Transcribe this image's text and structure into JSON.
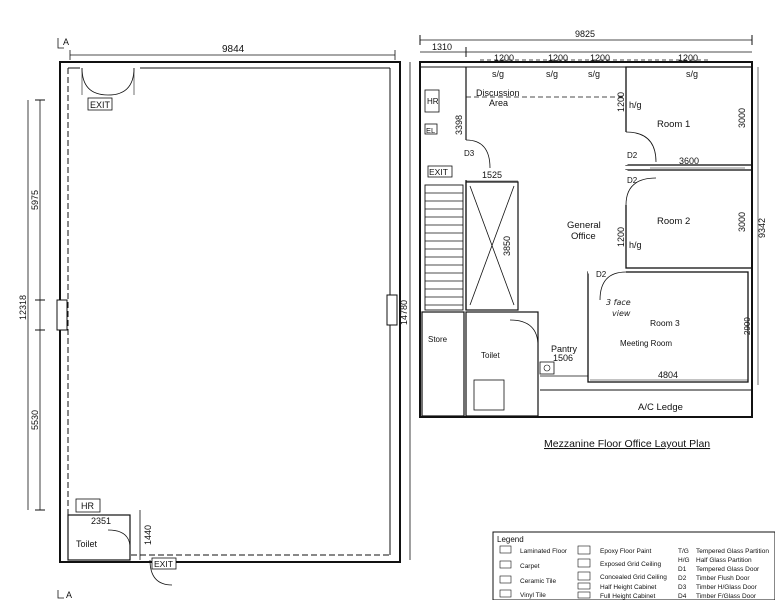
{
  "ground_floor": {
    "width_dim": "9844",
    "section_marker_top": "A",
    "section_marker_bottom": "A",
    "side_dims": [
      "12318",
      "5975",
      "5530"
    ],
    "right_dim": "14780",
    "exit_top": "EXIT",
    "exit_bottom": "EXIT",
    "hr": "HR",
    "toilet": "Toilet",
    "toilet_dims": [
      "2351",
      "1440"
    ]
  },
  "mezzanine": {
    "overall_width": "9825",
    "dims_top": [
      "1310",
      "1200",
      "1200",
      "1200",
      "1200"
    ],
    "sg_labels": [
      "s/g",
      "s/g",
      "s/g",
      "s/g"
    ],
    "rooms": {
      "discussion": [
        "Discussion",
        "Area"
      ],
      "room1": "Room 1",
      "room2": "Room 2",
      "general": [
        "General",
        "Office"
      ],
      "pantry": "Pantry",
      "room3": "Room 3",
      "room3_sub": "Meeting Room",
      "store": "Store",
      "toilet": "Toilet"
    },
    "dims": {
      "d3398": "3398",
      "d1525": "1525",
      "d3850": "3850",
      "d1200a": "1200",
      "d1200b": "1200",
      "d3000a": "3000",
      "d3000b": "3000",
      "d3600": "3600",
      "d9342": "9342",
      "d4804": "4804",
      "d1506": "1506",
      "d2900": "2900"
    },
    "hg": [
      "h/g",
      "h/g"
    ],
    "doors": [
      "D3",
      "D2",
      "D2",
      "D2"
    ],
    "hr": "HR",
    "el": "EL",
    "exit": "EXIT",
    "ac_ledge": "A/C Ledge",
    "handwritten": [
      "3 face",
      "view"
    ],
    "title": "Mezzanine Floor Office Layout Plan"
  },
  "legend": {
    "title": "Legend",
    "col1": [
      "Laminated Floor",
      "Carpet",
      "Ceramic Tile",
      "Vinyl Tile"
    ],
    "col2": [
      "Epoxy Floor Paint",
      "Exposed Grid Ceiling",
      "Concealed Grid Ceiling",
      "Half Height Cabinet",
      "Full Height Cabinet"
    ],
    "col3_codes": [
      "T/G",
      "H/G",
      "D1",
      "D2",
      "D3",
      "D4"
    ],
    "col3": [
      "Tempered Glass Partition",
      "Half Glass Partition",
      "Tempered Glass Door",
      "Timber Flush Door",
      "Timber H/Glass Door",
      "Timber F/Glass Door"
    ]
  }
}
